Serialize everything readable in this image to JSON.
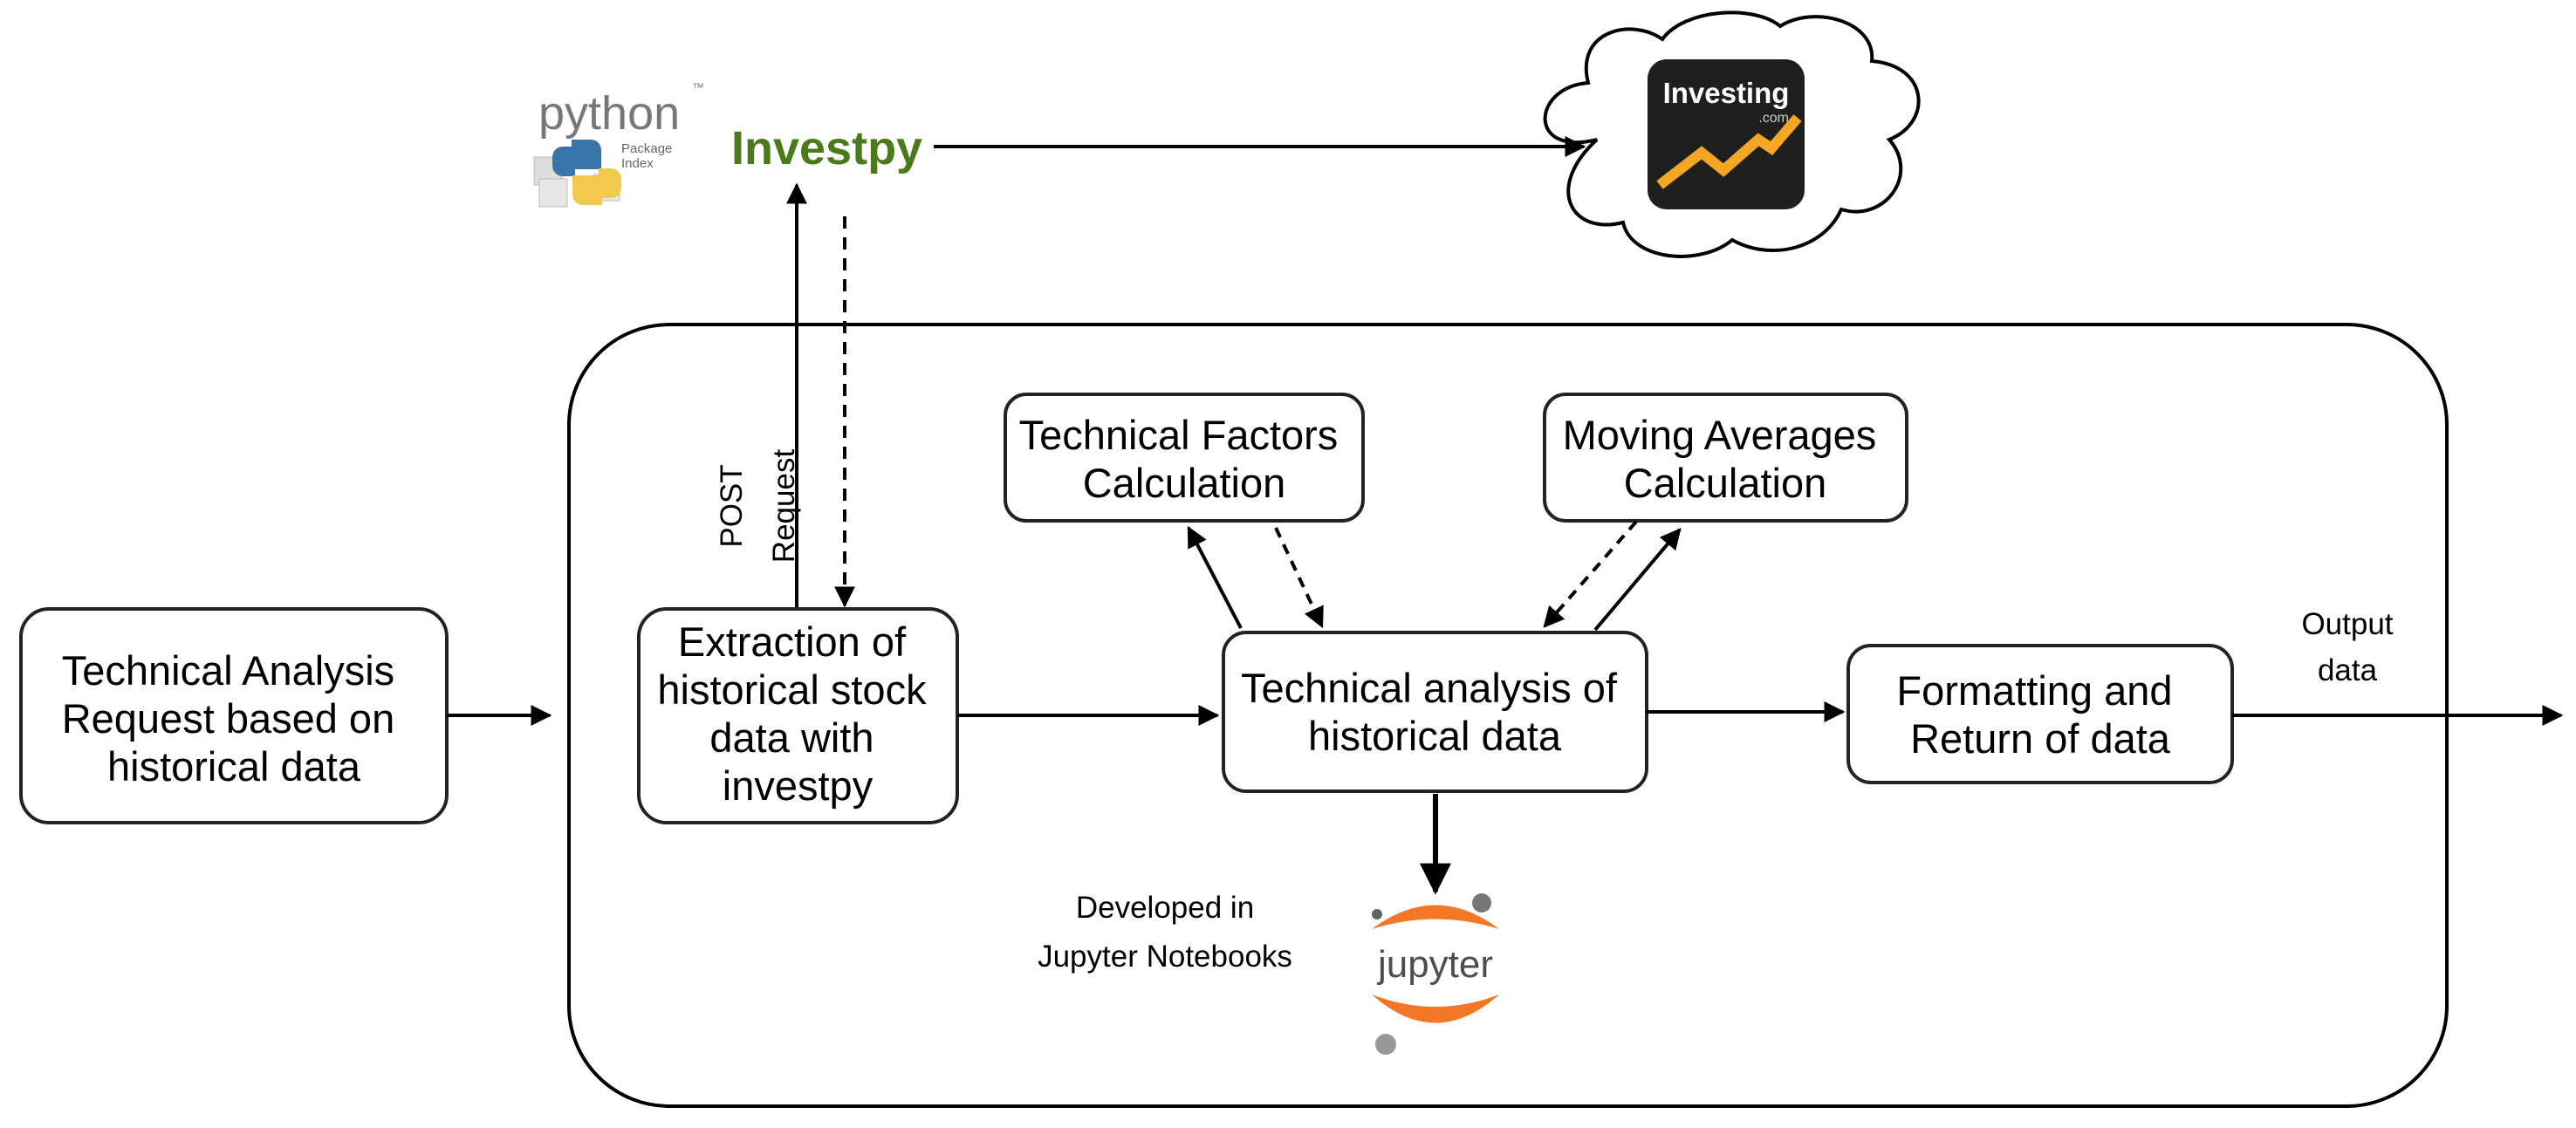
{
  "diagram": {
    "nodes": {
      "request": {
        "lines": [
          "Technical Analysis",
          "Request based on",
          "historical data"
        ]
      },
      "extraction": {
        "lines": [
          "Extraction of",
          "historical stock",
          "data with",
          "investpy"
        ]
      },
      "technical_factors": {
        "lines": [
          "Technical Factors",
          "Calculation"
        ]
      },
      "moving_averages": {
        "lines": [
          "Moving Averages",
          "Calculation"
        ]
      },
      "technical_analysis": {
        "lines": [
          "Technical analysis of",
          "historical data"
        ]
      },
      "formatting": {
        "lines": [
          "Formatting and",
          "Return of data"
        ]
      }
    },
    "labels": {
      "investpy": "Investpy",
      "post": "POST",
      "request": "Request",
      "output": "Output",
      "data": "data",
      "developed_in": "Developed in",
      "jupyter_notebooks": "Jupyter Notebooks"
    },
    "logos": {
      "python": {
        "word": "python",
        "tm": "™",
        "sub1": "Package",
        "sub2": "Index"
      },
      "investing": {
        "word": "Investing",
        "sub": ".com"
      },
      "jupyter": {
        "word": "jupyter"
      }
    },
    "colors": {
      "investpy_green": "#4a7a1a",
      "jupyter_orange": "#f37726",
      "investing_bg": "#1f1f1f",
      "investing_chart": "#f5a623",
      "python_blue": "#3b74a8",
      "python_yellow": "#f2c94c",
      "box_border": "#222222"
    }
  }
}
